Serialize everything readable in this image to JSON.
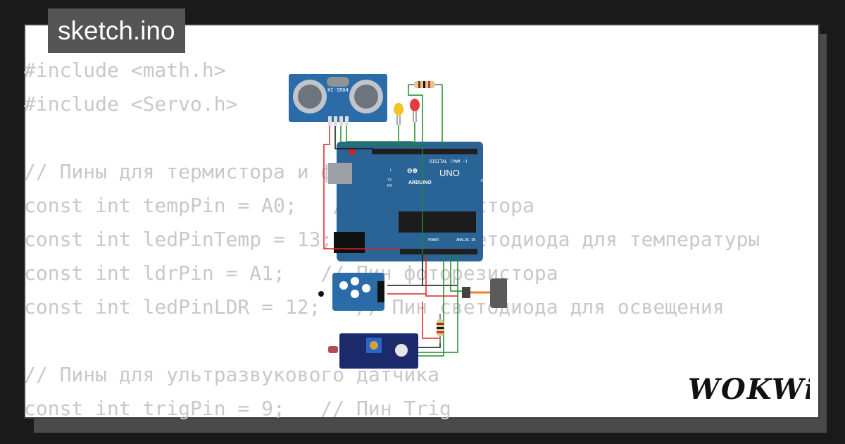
{
  "file": {
    "name": "sketch.ino"
  },
  "code_lines": [
    "#include <math.h>",
    "#include <Servo.h>",
    "",
    "// Пины для термистора и фоторезистора",
    "const int tempPin = A0;   // Пин термистора",
    "const int ledPinTemp = 13;   // Пин светодиода для температуры",
    "const int ldrPin = A1;   // Пин фоторезистора",
    "const int ledPinLDR = 12;   // Пин светодиода для освещения",
    "",
    "// Пины для ультразвукового датчика",
    "const int trigPin = 9;   // Пин Trig"
  ],
  "circuit": {
    "sensor_label": "HC-SR04",
    "board_model": "UNO",
    "board_brand": "ARDUINO",
    "digital_header": "DIGITAL (PWM ~)",
    "power_header": "POWER",
    "analog_header": "ANALOG IN",
    "on_label": "ON",
    "tx_label": "TX",
    "rx_label": "RX",
    "l_label": "L"
  },
  "brand": {
    "logo_text": "WOKWi"
  },
  "colors": {
    "background": "#1a1a1a",
    "card": "#ffffff",
    "tab": "#555555",
    "code_text": "#c8c8c8",
    "board": "#2a6496"
  }
}
